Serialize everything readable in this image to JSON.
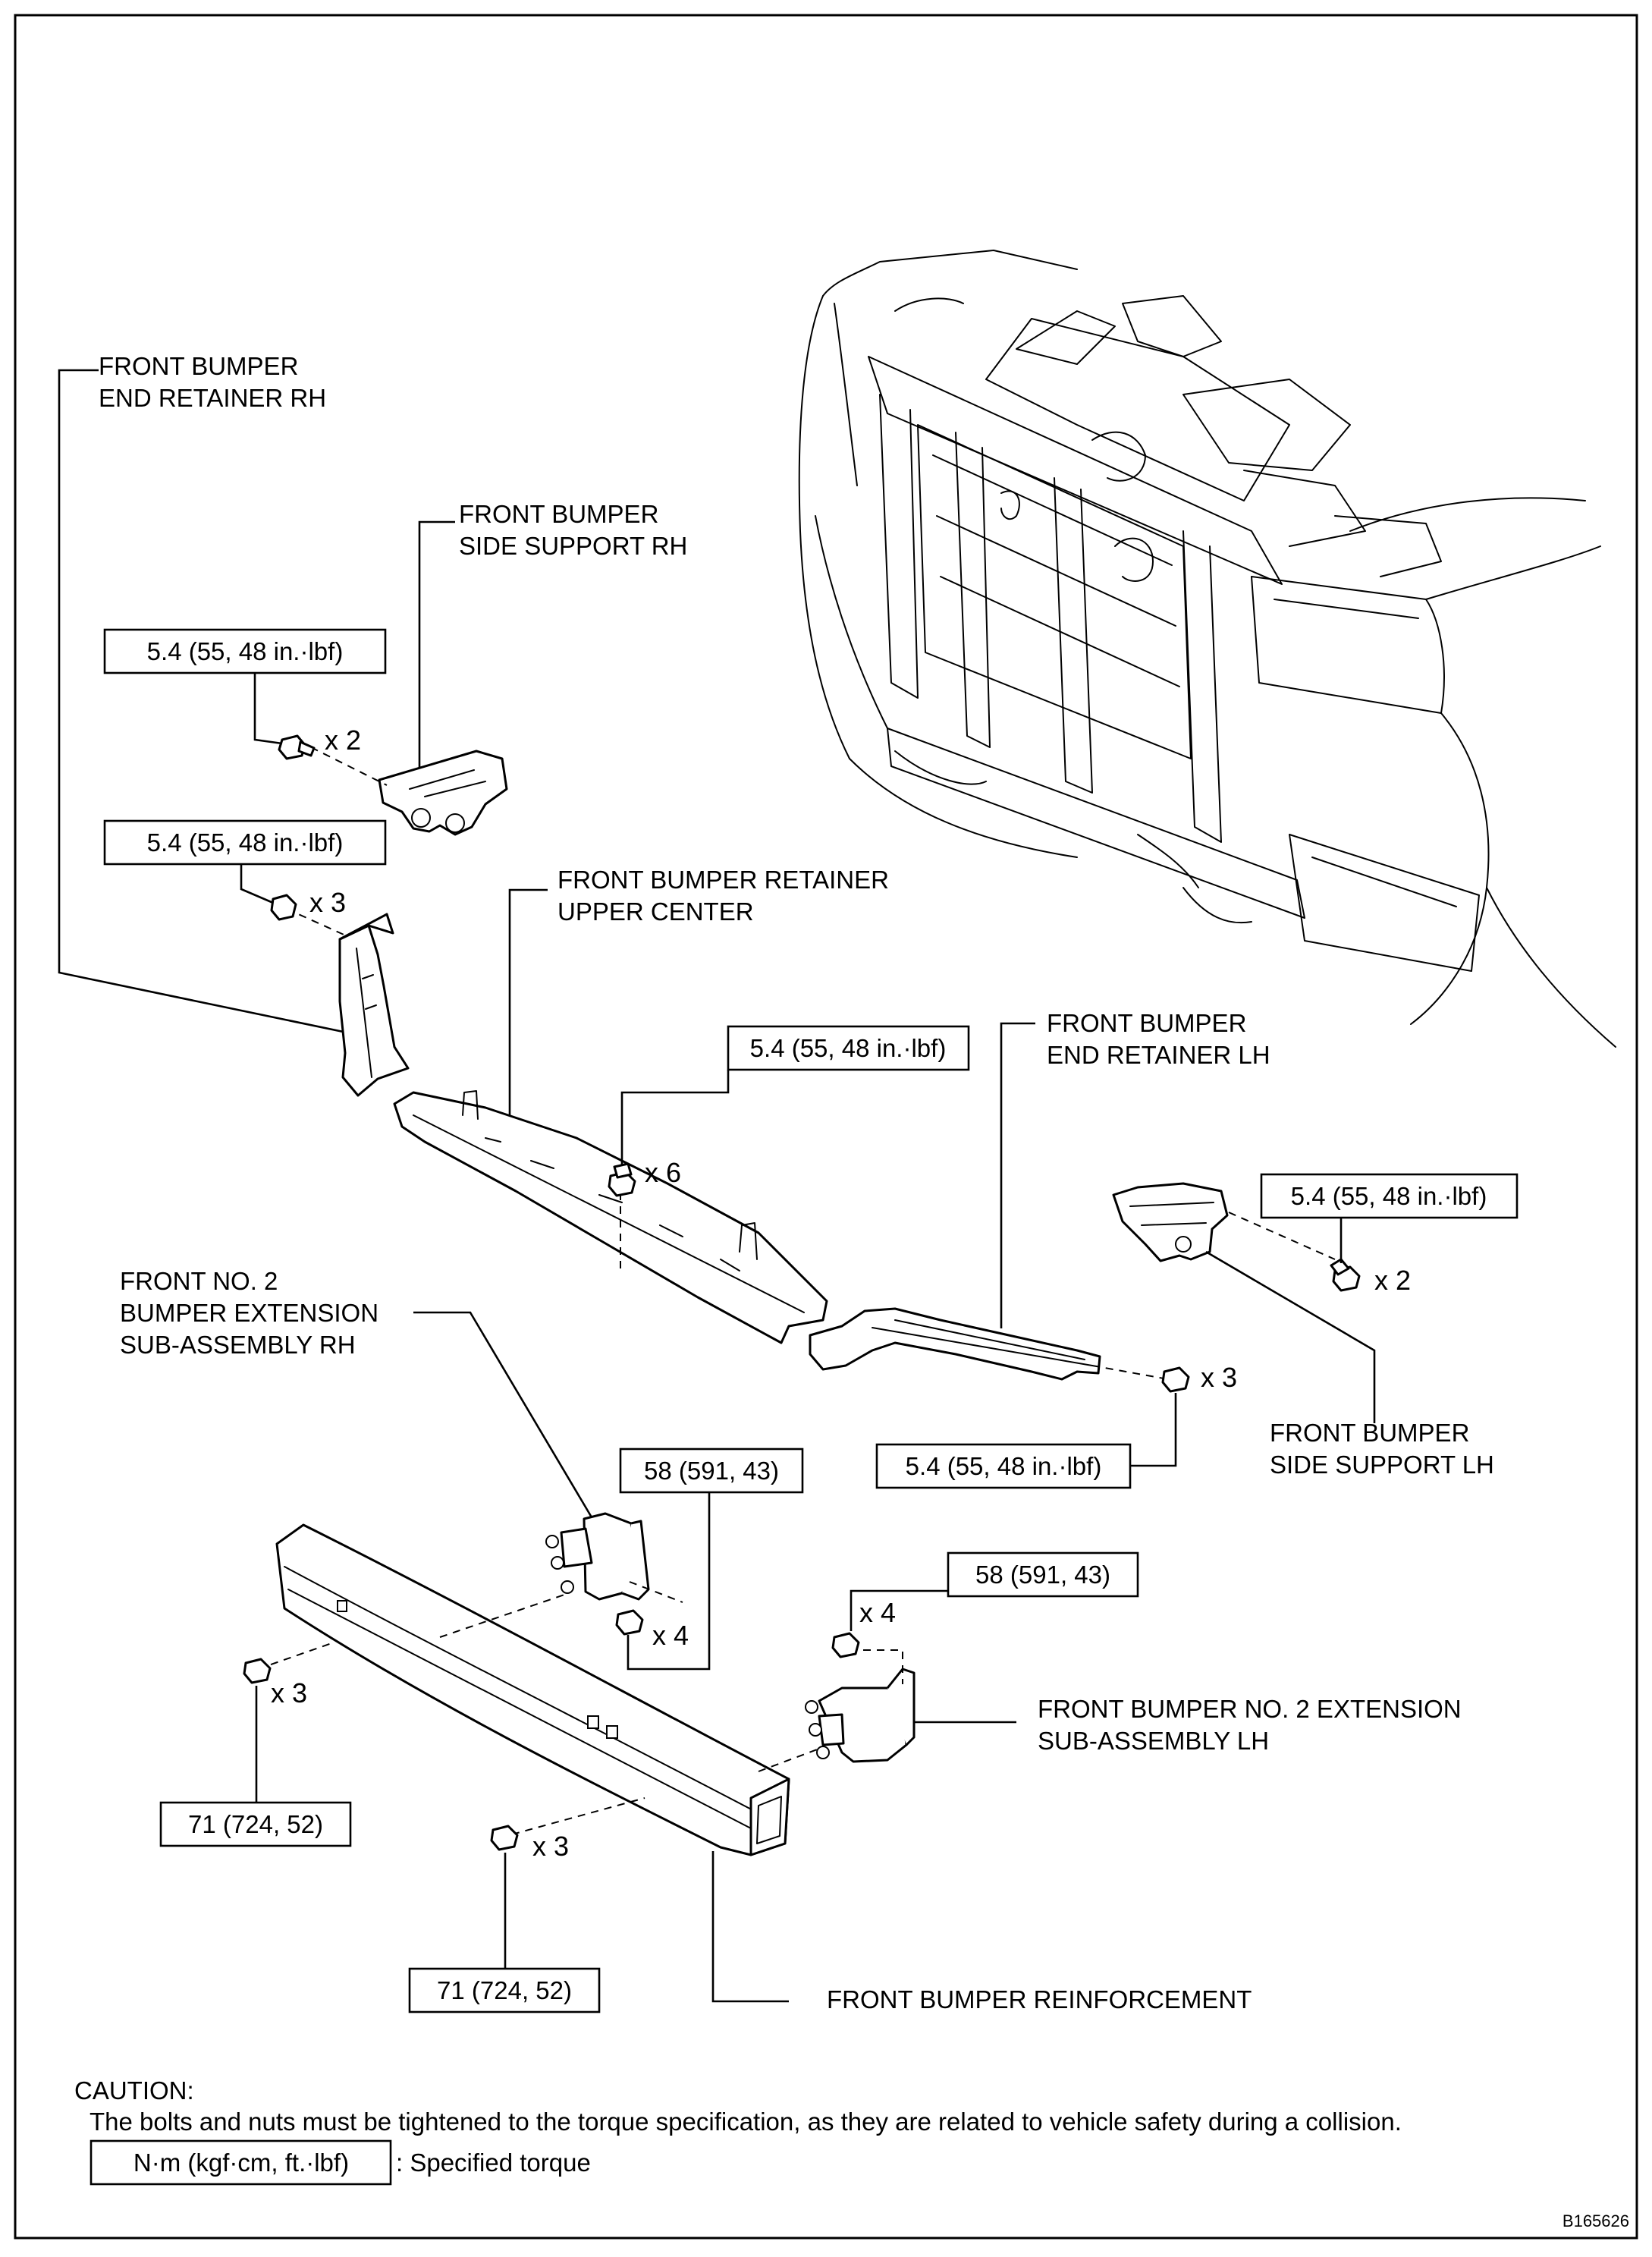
{
  "labels": {
    "end_retainer_rh": [
      "FRONT BUMPER",
      "END RETAINER RH"
    ],
    "side_support_rh": [
      "FRONT BUMPER",
      "SIDE SUPPORT RH"
    ],
    "retainer_upper_center": [
      "FRONT BUMPER RETAINER",
      "UPPER CENTER"
    ],
    "end_retainer_lh": [
      "FRONT BUMPER",
      "END RETAINER LH"
    ],
    "no2_extension_rh": [
      "FRONT NO. 2",
      "BUMPER EXTENSION",
      "SUB-ASSEMBLY RH"
    ],
    "side_support_lh": [
      "FRONT BUMPER",
      "SIDE SUPPORT LH"
    ],
    "no2_extension_lh": [
      "FRONT BUMPER NO. 2 EXTENSION",
      "SUB-ASSEMBLY LH"
    ],
    "reinforcement": "FRONT BUMPER REINFORCEMENT"
  },
  "torques": {
    "side_support_rh": "5.4 (55, 48 in.·lbf)",
    "end_retainer_rh": "5.4 (55, 48 in.·lbf)",
    "upper_center": "5.4 (55, 48 in.·lbf)",
    "side_support_lh": "5.4 (55, 48 in.·lbf)",
    "end_retainer_lh": "5.4 (55, 48 in.·lbf)",
    "extension_rh": "58 (591, 43)",
    "extension_lh": "58 (591, 43)",
    "reinforcement_rh": "71 (724, 52)",
    "reinforcement_center": "71 (724, 52)"
  },
  "quantities": {
    "side_support_rh": "x 2",
    "end_retainer_rh": "x 3",
    "upper_center": "x 6",
    "side_support_lh": "x 2",
    "end_retainer_lh": "x 3",
    "extension_rh": "x 4",
    "extension_lh": "x 4",
    "reinforcement_rh": "x 3",
    "reinforcement_center": "x 3"
  },
  "caution": {
    "heading": "CAUTION:",
    "text": "The bolts and nuts must be tightened to the torque specification, as they are related to vehicle safety during a collision."
  },
  "legend": {
    "unit": "N·m (kgf·cm, ft.·lbf)",
    "description": ": Specified torque"
  },
  "figure_code": "B165626"
}
